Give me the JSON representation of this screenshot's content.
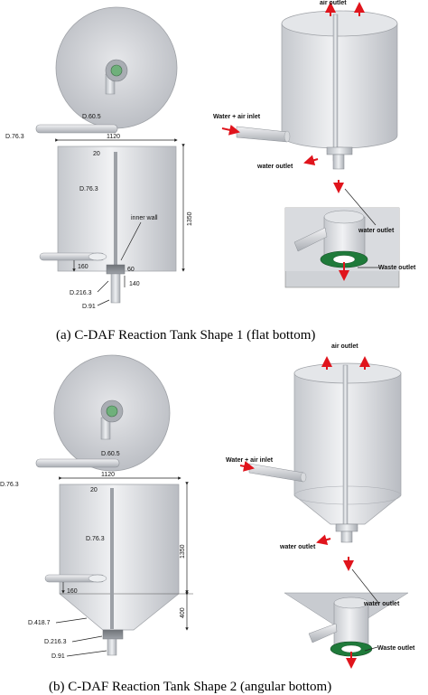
{
  "panel_a": {
    "caption": "(a) C-DAF Reaction Tank Shape 1 (flat bottom)",
    "top_view": {
      "inner_pipe": "D.60.5",
      "inlet_pipe": "D.76.3"
    },
    "section": {
      "width": "1120",
      "top_gap": "20",
      "pipe_dia": "D.76.3",
      "inner_wall": "inner wall",
      "height": "1350",
      "inlet_height": "160",
      "outlet_width": "60",
      "outlet_dia": "D.216.3",
      "outlet_height": "140",
      "drain_dia": "D.91"
    },
    "render": {
      "air_outlet": "air outlet",
      "water_air_inlet": "Water + air inlet",
      "water_outlet": "water outlet",
      "zoom_water_outlet": "water outlet",
      "waste_outlet": "Waste outlet"
    }
  },
  "panel_b": {
    "caption": "(b) C-DAF Reaction Tank Shape 2 (angular bottom)",
    "top_view": {
      "inner_pipe": "D.60.5",
      "inlet_pipe": "D.76.3"
    },
    "section": {
      "width": "1120",
      "top_gap": "20",
      "pipe_dia": "D.76.3",
      "height": "1350",
      "inlet_height": "160",
      "cone_height": "400",
      "cone_dia": "D.418.7",
      "outlet_dia": "D.216.3",
      "drain_dia": "D.91"
    },
    "render": {
      "air_outlet": "air outlet",
      "water_air_inlet": "Water + air inlet",
      "water_outlet": "water outlet",
      "zoom_water_outlet": "water outlet",
      "waste_outlet": "Waste outlet"
    }
  },
  "colors": {
    "arrow": "#e0141c",
    "green": "#1f7a3a",
    "steel": "#c9ccd1"
  }
}
